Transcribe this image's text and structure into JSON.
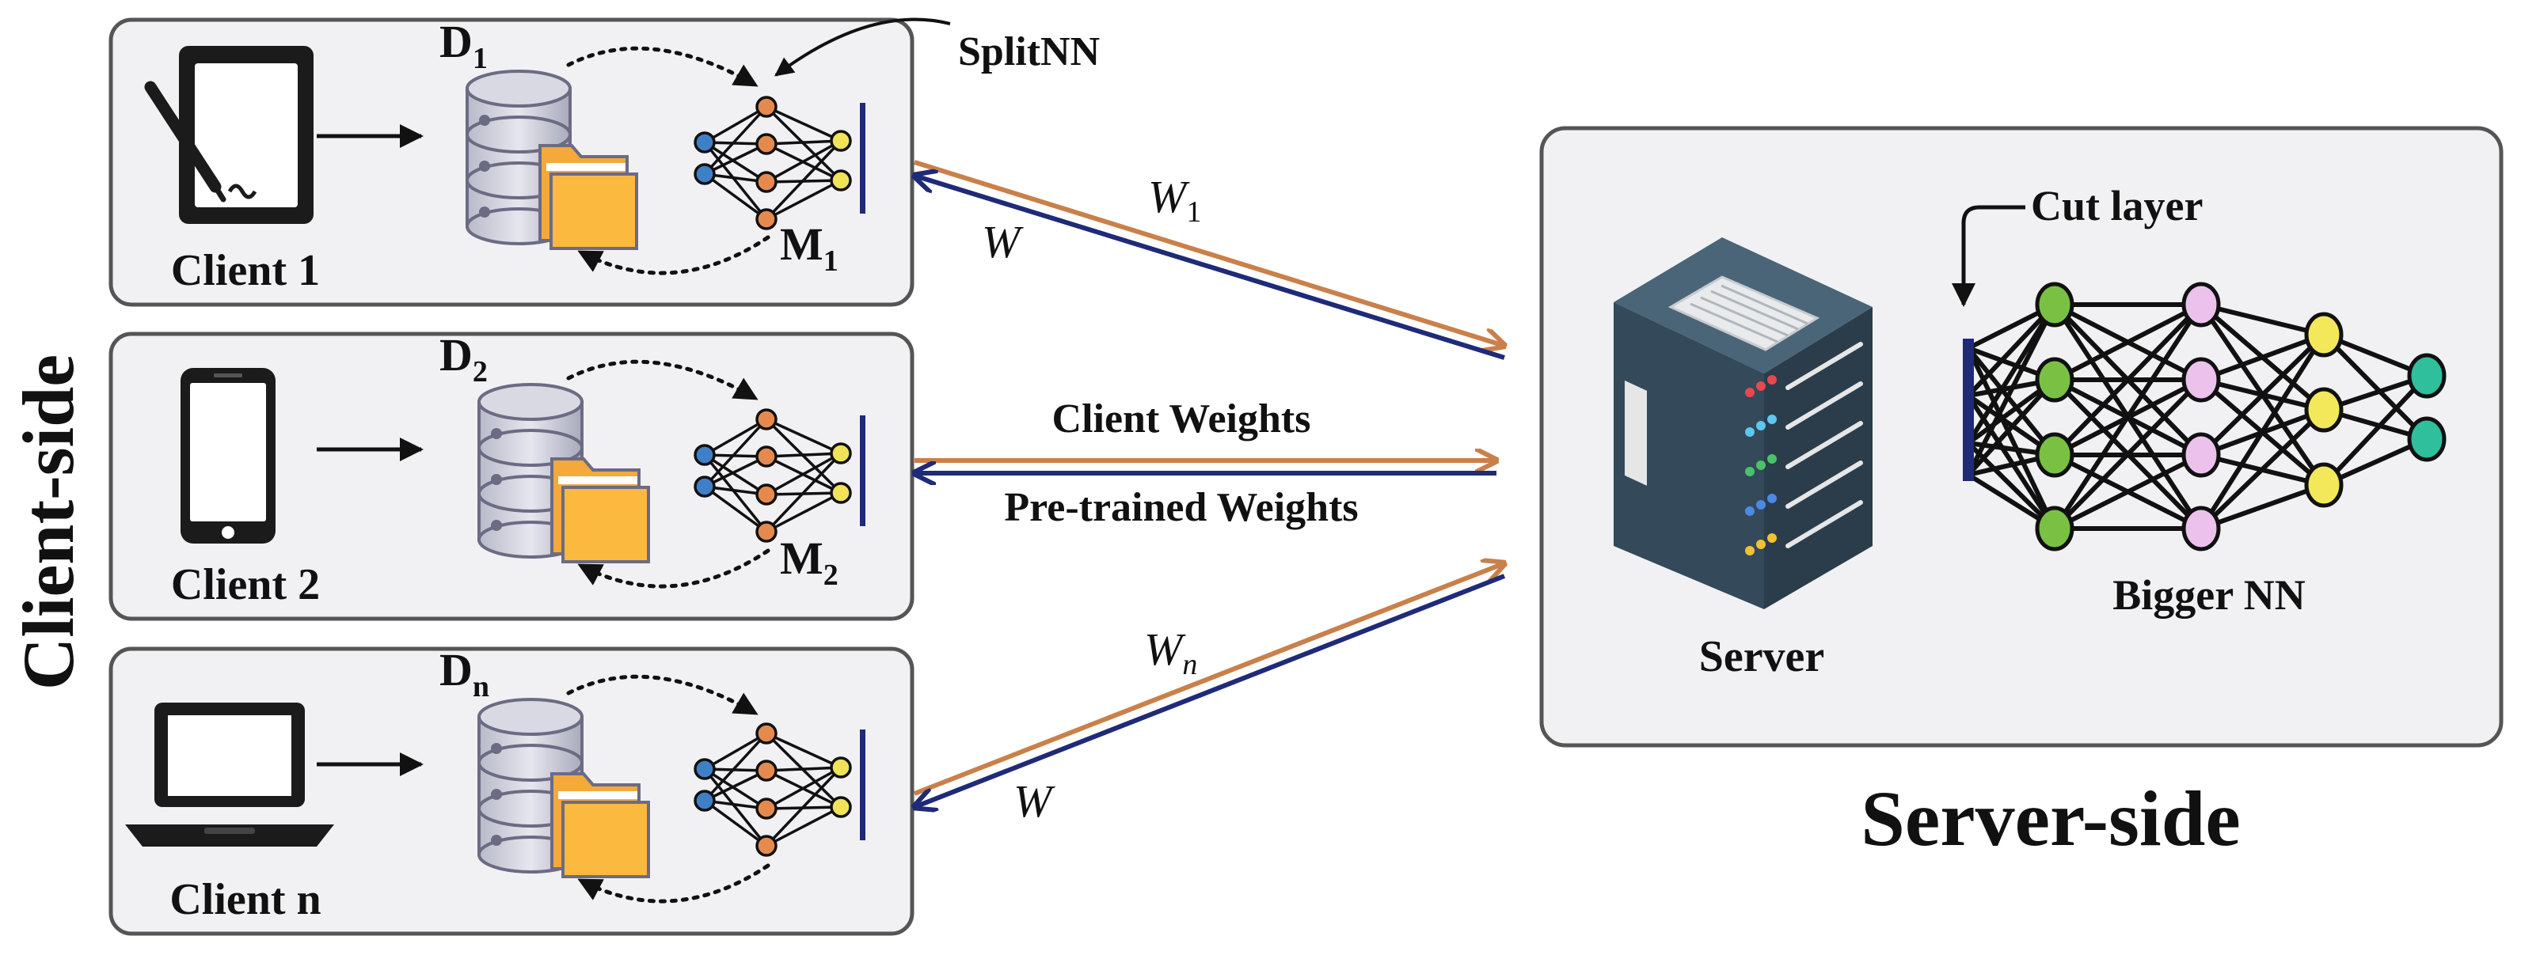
{
  "client_side_label": "Client-side",
  "server_side_label": "Server-side",
  "splitnn_label": "SplitNN",
  "clients": [
    {
      "name": "Client 1",
      "device": "tablet",
      "data_base": "D",
      "data_sub": "1",
      "model_base": "M",
      "model_sub": "1",
      "up_weight_base": "W",
      "up_weight_sub": "1",
      "down_weight": "W"
    },
    {
      "name": "Client 2",
      "device": "smartphone",
      "data_base": "D",
      "data_sub": "2",
      "model_base": "M",
      "model_sub": "2",
      "up_weight": "Client Weights",
      "down_weight": "Pre-trained Weights"
    },
    {
      "name": "Client n",
      "device": "laptop",
      "data_base": "D",
      "data_sub": "n",
      "up_weight_base": "W",
      "up_weight_sub": "n",
      "down_weight": "W"
    }
  ],
  "server": {
    "name": "Server",
    "cut_layer": "Cut layer",
    "network_label": "Bigger NN"
  },
  "colors": {
    "upload": "#c9804a",
    "download": "#1f2a78",
    "panel": "#f1f1f3",
    "node_input": "#3f7fc7",
    "node_hidden": "#e58a4f",
    "node_output": "#f0e35a",
    "server_green": "#7ac143",
    "server_pink": "#ecc2ec",
    "server_yellow": "#f3e85a",
    "server_teal": "#2fbf9d"
  }
}
